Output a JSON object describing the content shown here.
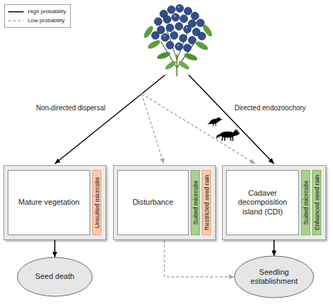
{
  "diagram": {
    "nodes": [
      {
        "text": [
          "Mature vegetation"
        ]
      },
      {
        "text": [
          "Unsuited microsite"
        ],
        "in": 0
      },
      {
        "text": [
          "Disturbance"
        ]
      },
      {
        "text": [
          "Suited microsite"
        ],
        "in": 2
      },
      {
        "text": [
          "Restricted seed rain"
        ],
        "in": 2
      },
      {
        "text": [
          "Cadaver decomposition island (CDI)"
        ]
      },
      {
        "text": [
          "Suited microsite"
        ],
        "in": 5
      },
      {
        "text": [
          "Enhanced seed rain"
        ],
        "in": 5
      },
      {
        "text": [
          "Seed death"
        ]
      },
      {
        "text": [
          "Seedling establishment"
        ]
      }
    ],
    "edges": [
      {
        "from": 0,
        "to": 8,
        "arrow": "to"
      },
      {
        "from": 2,
        "to": 9,
        "arrow": "to"
      },
      {
        "from": 5,
        "to": 9,
        "arrow": "to"
      }
    ],
    "labels": [
      "Non-directed dispersal",
      "Directed endozoochory"
    ],
    "legend": [
      {
        "text": "High probability"
      },
      {
        "text": "Low probability"
      }
    ]
  }
}
